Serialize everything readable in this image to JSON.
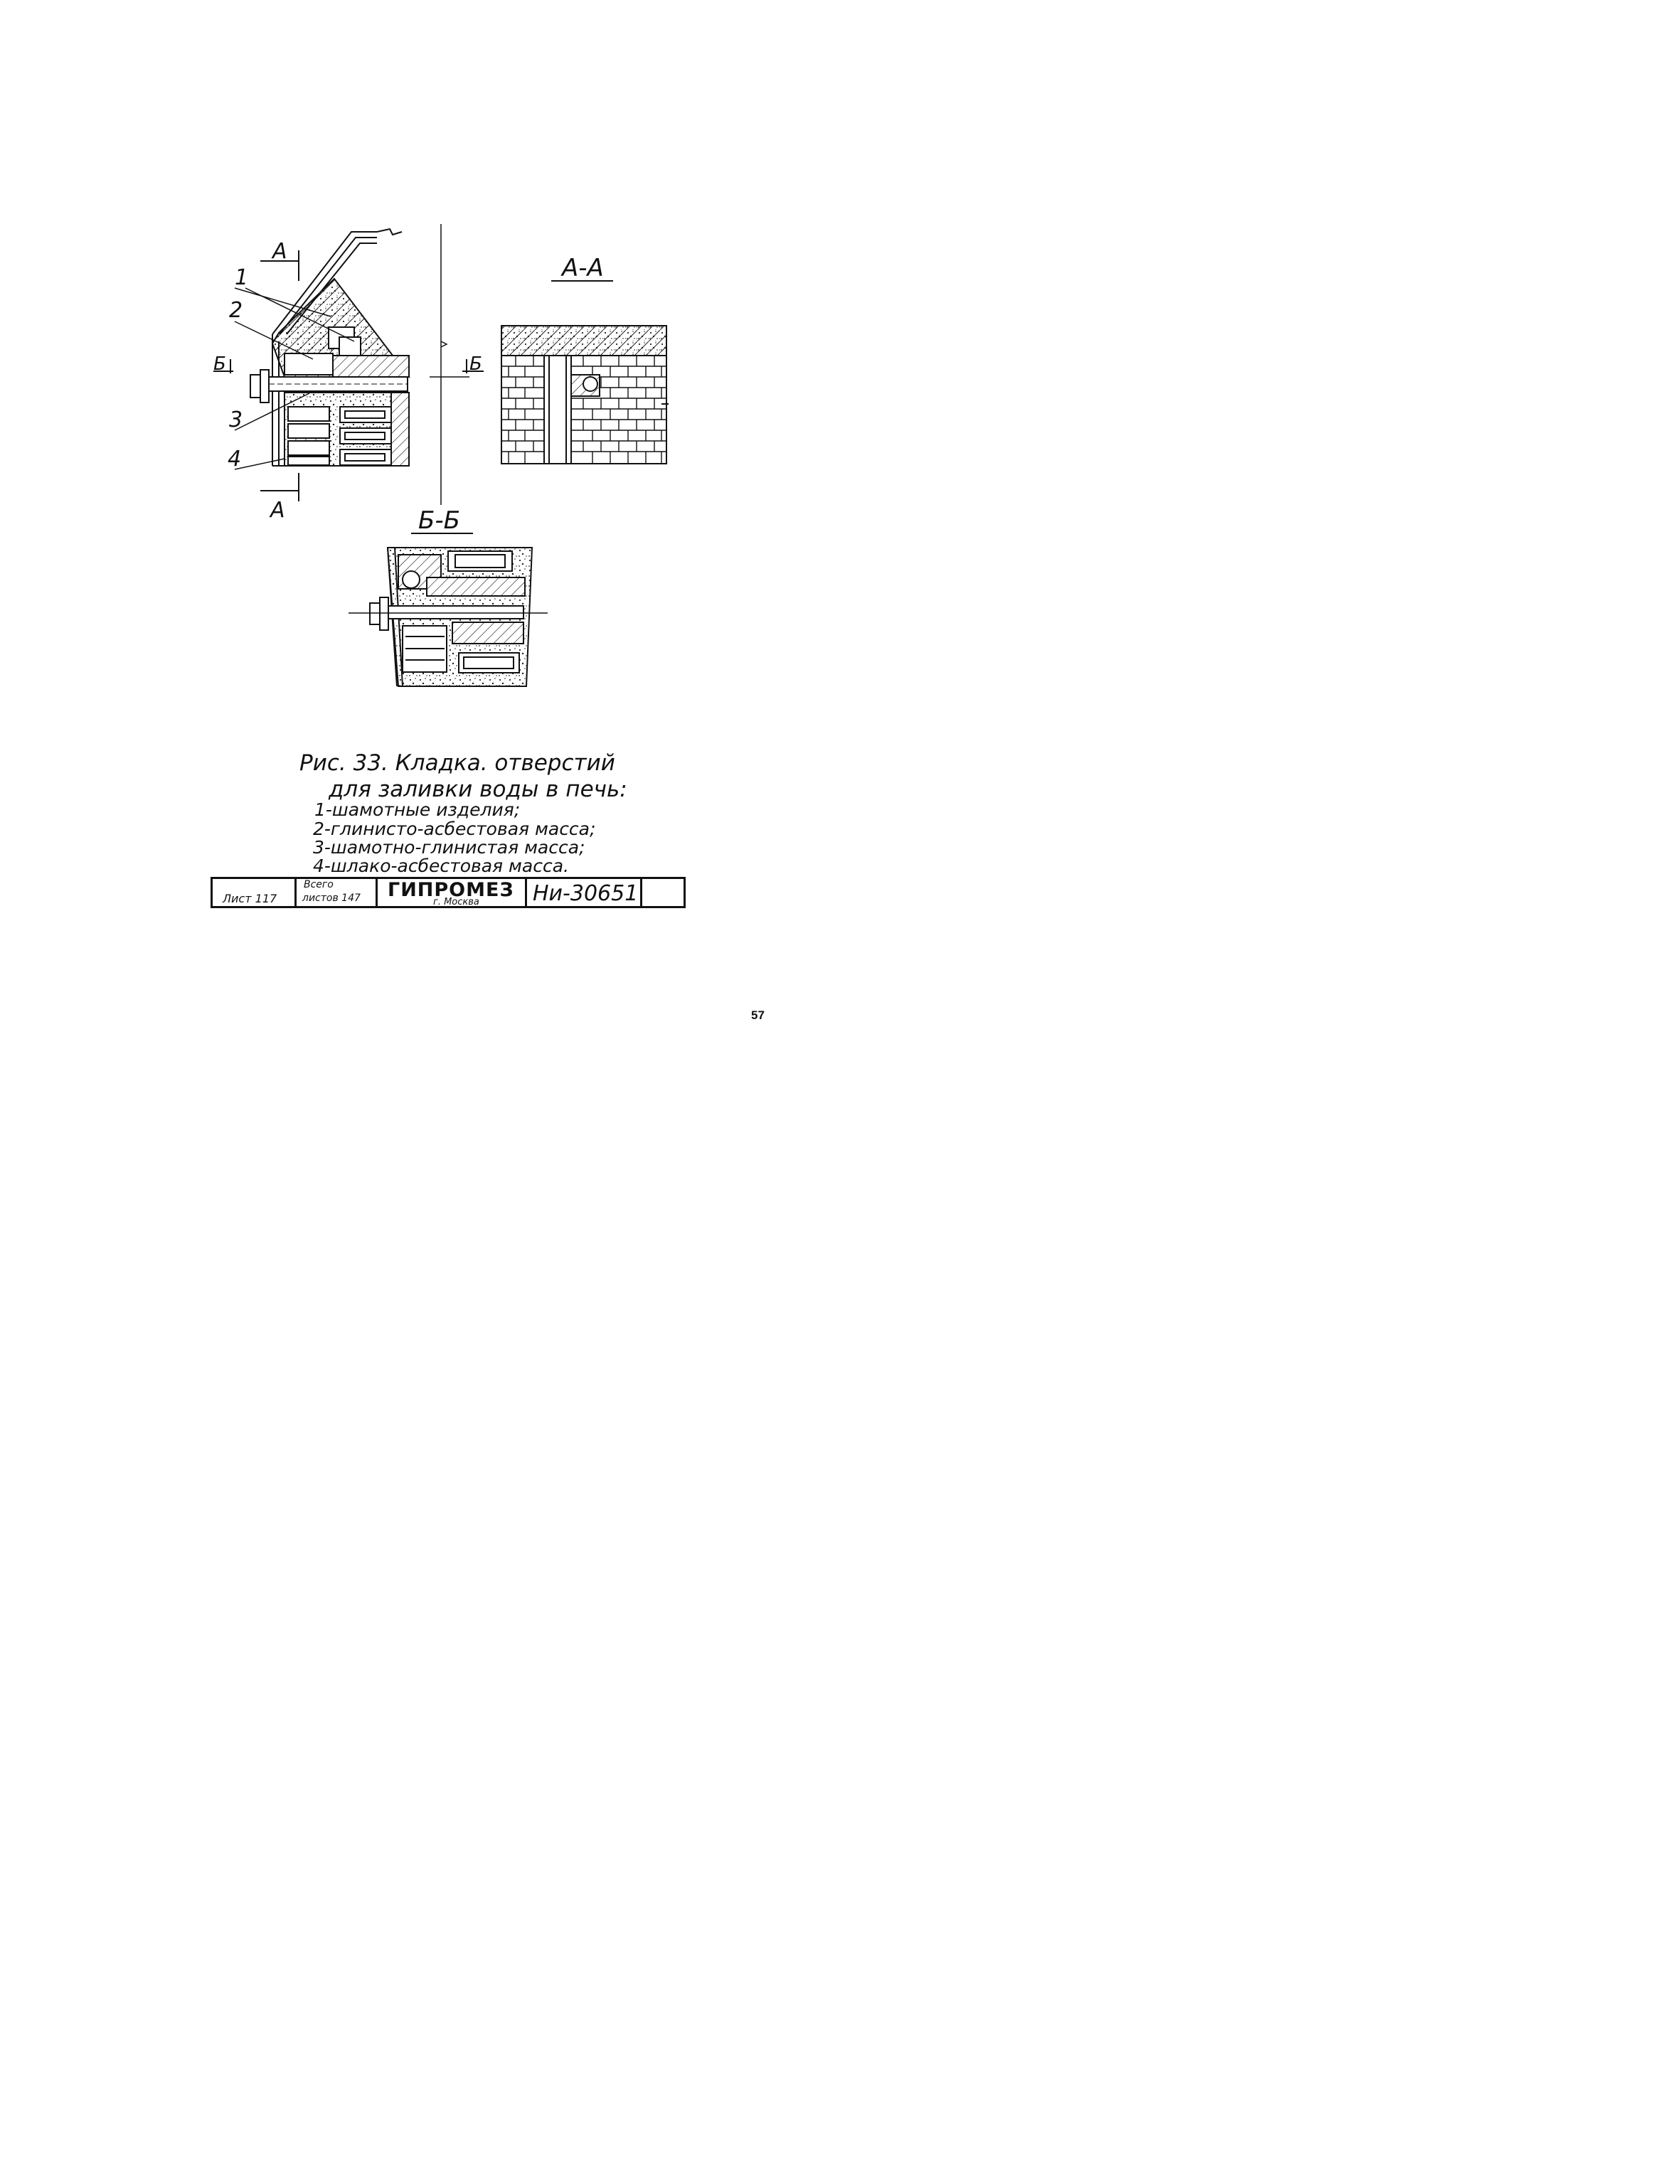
{
  "figure": {
    "section_aa_title": "А-А",
    "section_bb_title": "Б-Б",
    "cut_marks": {
      "a_top": "А",
      "a_bottom": "А",
      "b_left": "Б",
      "b_right": "Б"
    },
    "callouts": [
      "1",
      "2",
      "3",
      "4"
    ]
  },
  "caption": {
    "line1": "Рис. 33.   Кладка. отверстий",
    "line2": "для заливки воды в печь:",
    "items": [
      "1-шамотные изделия;",
      "2-глинисто-асбестовая масса;",
      "3-шамотно-глинистая масса;",
      "4-шлако-асбестовая масса."
    ]
  },
  "stamp": {
    "sheet_label": "Лист 117",
    "total_label_top": "Всего",
    "total_label_bottom": "листов 147",
    "organization": "ГИПРОМЕЗ",
    "city": "г. Москва",
    "document_code": "Ни-30651"
  },
  "page_number": "57",
  "colors": {
    "ink": "#111111",
    "paper": "#ffffff"
  }
}
